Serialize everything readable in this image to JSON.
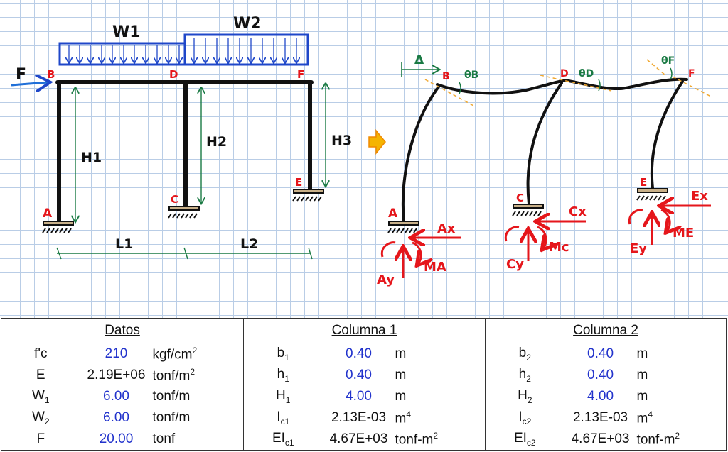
{
  "diagram": {
    "left": {
      "load_w1": "W1",
      "load_w2": "W2",
      "force_f": "F",
      "node_b": "B",
      "node_d": "D",
      "node_f": "F",
      "node_a": "A",
      "node_c": "C",
      "node_e": "E",
      "height_h1": "H1",
      "height_h2": "H2",
      "height_h3": "H3",
      "length_l1": "L1",
      "length_l2": "L2"
    },
    "right": {
      "drift": "Δ",
      "node_b": "B",
      "theta_b": "θB",
      "node_d": "D",
      "theta_d": "θD",
      "node_f": "F",
      "theta_f": "θF",
      "node_a": "A",
      "node_c": "C",
      "node_e": "E",
      "reaction_ax": "Ax",
      "reaction_ay": "Ay",
      "moment_ma": "MA",
      "reaction_cx": "Cx",
      "reaction_cy": "Cy",
      "moment_mc": "Mc",
      "reaction_ex": "Ex",
      "reaction_ey": "Ey",
      "moment_me": "ME"
    },
    "colors": {
      "structure": "#111111",
      "load": "#1f47c9",
      "labels_red": "#e5161b",
      "dimensions_green": "#1a7a44",
      "tangent_orange": "#f0a830",
      "arrow_yellow": "#f5b400",
      "grid": "#b9cde6"
    }
  },
  "table": {
    "sections": {
      "datos": "Datos",
      "columna1": "Columna 1",
      "columna2": "Columna 2"
    },
    "datos": [
      {
        "sym": "f'c",
        "sub": "",
        "value": "210",
        "unit": "kgf/cm",
        "unit_sup": "2",
        "blue": true
      },
      {
        "sym": "E",
        "sub": "",
        "value": "2.19E+06",
        "unit": "tonf/m",
        "unit_sup": "2",
        "blue": false
      },
      {
        "sym": "W",
        "sub": "1",
        "value": "6.00",
        "unit": "tonf/m",
        "unit_sup": "",
        "blue": true
      },
      {
        "sym": "W",
        "sub": "2",
        "value": "6.00",
        "unit": "tonf/m",
        "unit_sup": "",
        "blue": true
      },
      {
        "sym": "F",
        "sub": "",
        "value": "20.00",
        "unit": "tonf",
        "unit_sup": "",
        "blue": true
      }
    ],
    "columna1": [
      {
        "sym": "b",
        "sub": "1",
        "value": "0.40",
        "unit": "m",
        "unit_sup": "",
        "blue": true
      },
      {
        "sym": "h",
        "sub": "1",
        "value": "0.40",
        "unit": "m",
        "unit_sup": "",
        "blue": true
      },
      {
        "sym": "H",
        "sub": "1",
        "value": "4.00",
        "unit": "m",
        "unit_sup": "",
        "blue": true
      },
      {
        "sym": "I",
        "sub": "c1",
        "value": "2.13E-03",
        "unit": "m",
        "unit_sup": "4",
        "blue": false
      },
      {
        "sym": "EI",
        "sub": "c1",
        "value": "4.67E+03",
        "unit": "tonf-m",
        "unit_sup": "2",
        "blue": false
      }
    ],
    "columna2": [
      {
        "sym": "b",
        "sub": "2",
        "value": "0.40",
        "unit": "m",
        "unit_sup": "",
        "blue": true
      },
      {
        "sym": "h",
        "sub": "2",
        "value": "0.40",
        "unit": "m",
        "unit_sup": "",
        "blue": true
      },
      {
        "sym": "H",
        "sub": "2",
        "value": "4.00",
        "unit": "m",
        "unit_sup": "",
        "blue": true
      },
      {
        "sym": "I",
        "sub": "c2",
        "value": "2.13E-03",
        "unit": "m",
        "unit_sup": "4",
        "blue": false
      },
      {
        "sym": "EI",
        "sub": "c2",
        "value": "4.67E+03",
        "unit": "tonf-m",
        "unit_sup": "2",
        "blue": false
      }
    ]
  }
}
